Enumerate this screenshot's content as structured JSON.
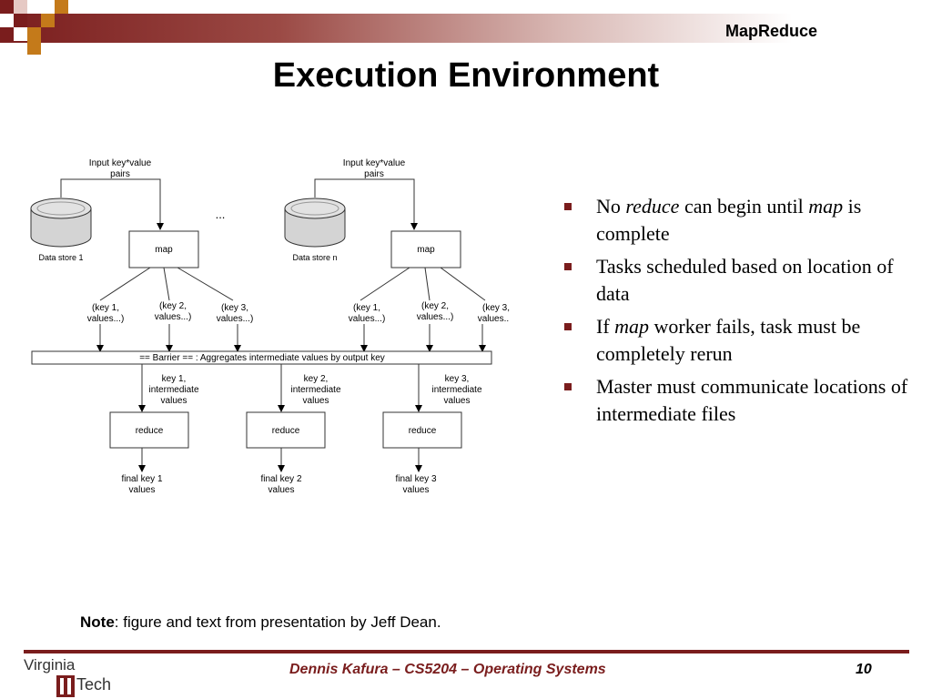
{
  "header": {
    "section_label": "MapReduce",
    "title": "Execution Environment"
  },
  "diagram": {
    "input_label_line1": "Input key*value",
    "input_label_line2": "pairs",
    "ellipsis": "...",
    "data_store_1": "Data store 1",
    "data_store_n": "Data store n",
    "map_label": "map",
    "intermediate_pairs": [
      [
        "(key 1,",
        "values...)"
      ],
      [
        "(key 2,",
        "values...)"
      ],
      [
        "(key 3,",
        "values...)"
      ]
    ],
    "barrier_label": "== Barrier ==  : Aggregates intermediate values by output key",
    "intermediate_groups": [
      [
        "key 1,",
        "intermediate",
        "values"
      ],
      [
        "key 2,",
        "intermediate",
        "values"
      ],
      [
        "key 3,",
        "intermediate",
        "values"
      ]
    ],
    "reduce_label": "reduce",
    "final_outputs": [
      [
        "final key 1",
        "values"
      ],
      [
        "final key 2",
        "values"
      ],
      [
        "final key 3",
        "values"
      ]
    ]
  },
  "bullets": [
    {
      "parts": [
        {
          "t": "No "
        },
        {
          "t": "reduce",
          "i": true
        },
        {
          "t": " can begin until "
        },
        {
          "t": "map",
          "i": true
        },
        {
          "t": " is complete"
        }
      ]
    },
    {
      "parts": [
        {
          "t": "Tasks scheduled based on location of data"
        }
      ]
    },
    {
      "parts": [
        {
          "t": "If "
        },
        {
          "t": "map",
          "i": true
        },
        {
          "t": " worker fails, task must be completely rerun"
        }
      ]
    },
    {
      "parts": [
        {
          "t": "Master must communicate locations of intermediate files"
        }
      ]
    }
  ],
  "note": {
    "label": "Note",
    "text": ": figure and text from presentation by Jeff Dean."
  },
  "footer": {
    "author_course": "Dennis Kafura – CS5204 – Operating Systems",
    "page": "10"
  },
  "logo": {
    "line1": "Virginia",
    "line2": "Tech"
  },
  "colors": {
    "accent": "#7a1d1d",
    "gold": "#c47a1a"
  }
}
